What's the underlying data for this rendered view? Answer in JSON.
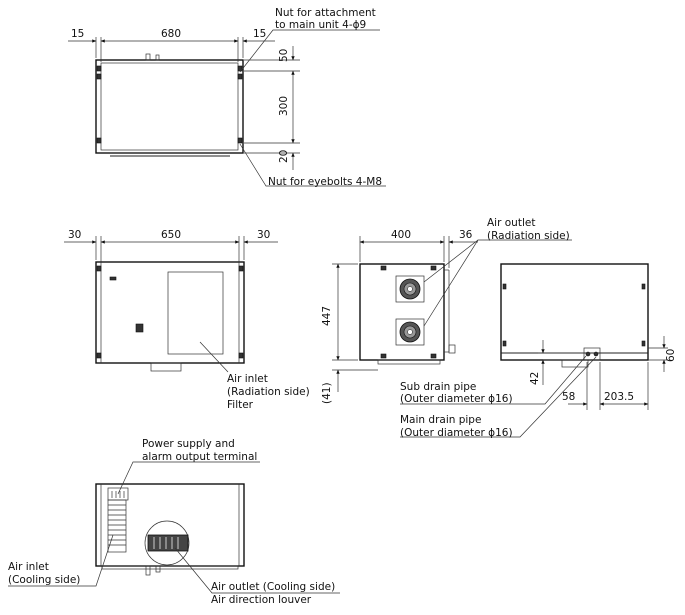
{
  "top_view": {
    "dim_left": "15",
    "dim_width": "680",
    "dim_right": "15",
    "dim_h1": "50",
    "dim_h2": "300",
    "dim_h3": "20",
    "note_attach_1": "Nut for attachment",
    "note_attach_2": "to main unit 4-ϕ9",
    "note_eyebolts": "Nut for eyebolts 4-M8"
  },
  "front_view": {
    "dim_left": "30",
    "dim_width": "650",
    "dim_right": "30",
    "inlet_1": "Air inlet",
    "inlet_2": "(Radiation side)",
    "inlet_3": "Filter"
  },
  "side_view": {
    "dim_width": "400",
    "dim_right": "36",
    "dim_height": "447",
    "dim_bottom": "(41)",
    "outlet_1": "Air outlet",
    "outlet_2": "(Radiation side)"
  },
  "rear_view": {
    "dim_42": "42",
    "dim_60": "60",
    "dim_58": "58",
    "dim_2035": "203.5",
    "sub_drain_1": "Sub drain pipe",
    "sub_drain_2": "(Outer diameter ϕ16)",
    "main_drain_1": "Main drain pipe",
    "main_drain_2": "(Outer diameter ϕ16)"
  },
  "bottom_view": {
    "power_1": "Power supply and",
    "power_2": "alarm output terminal",
    "inlet_1": "Air inlet",
    "inlet_2": "(Cooling side)",
    "outlet_1": "Air outlet (Cooling side)",
    "outlet_2": "Air direction louver"
  }
}
